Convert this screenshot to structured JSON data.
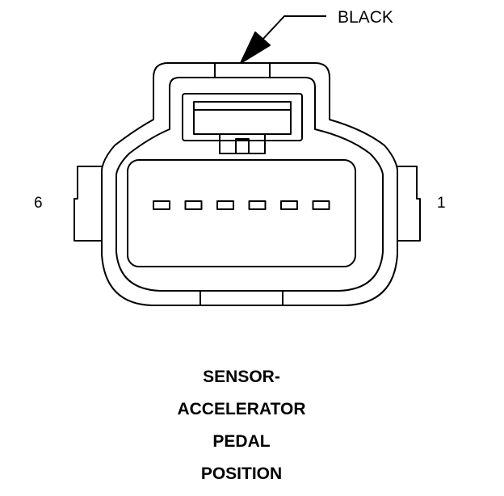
{
  "callout": {
    "color_label": "BLACK"
  },
  "pins": {
    "left_label": "6",
    "right_label": "1",
    "count": 6
  },
  "title": {
    "lines": [
      "SENSOR-",
      "ACCELERATOR",
      "PEDAL",
      "POSITION"
    ]
  },
  "colors": {
    "line": "#000000",
    "background": "#ffffff"
  }
}
